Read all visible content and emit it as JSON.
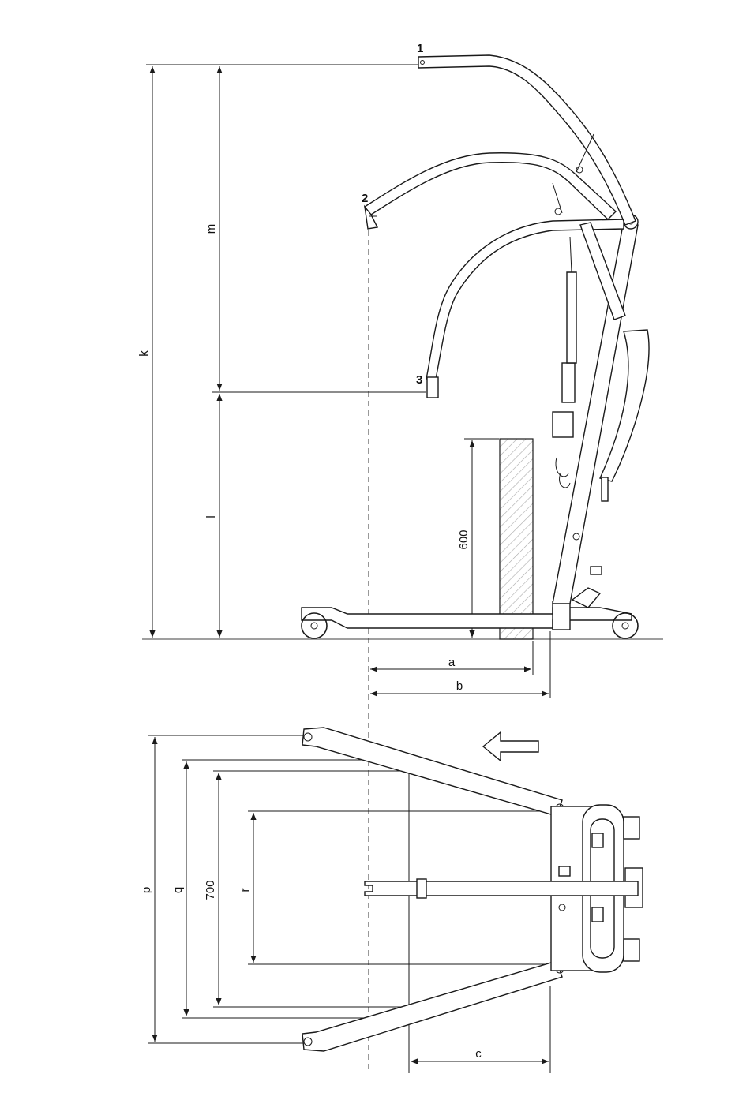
{
  "side_view": {
    "callouts": [
      "1",
      "2",
      "3"
    ],
    "dimensions": {
      "k": "k",
      "m": "m",
      "l": "l",
      "height_600": "600",
      "a": "a",
      "b": "b"
    }
  },
  "top_view": {
    "dimensions": {
      "p": "p",
      "q": "q",
      "width_700": "700",
      "r": "r",
      "c": "c"
    },
    "direction_arrow": "left-arrow-icon"
  }
}
